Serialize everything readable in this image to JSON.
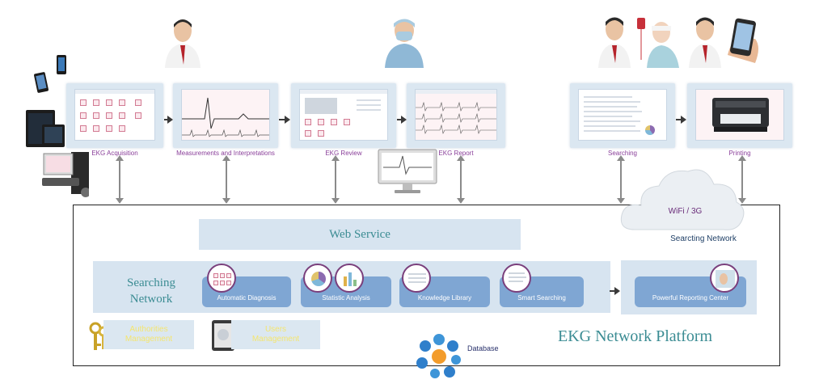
{
  "workflow": {
    "steps": [
      {
        "label": "EKG Acquisition"
      },
      {
        "label": "Measurements and Interpretations"
      },
      {
        "label": "EKG Review"
      },
      {
        "label": "EKG Report"
      },
      {
        "label": "Searching"
      },
      {
        "label": "Printing"
      }
    ]
  },
  "platform": {
    "title": "EKG Network Platform",
    "web_service": "Web Service",
    "searching_network_line1": "Searching",
    "searching_network_line2": "Network",
    "modules": [
      {
        "label": "Automatic Diagnosis"
      },
      {
        "label": "Statistic Analysis"
      },
      {
        "label": "Knowledge Library"
      },
      {
        "label": "Smart Searching"
      }
    ],
    "reporting_center": "Powerful Reporting Center",
    "authorities_line1": "Authorities",
    "authorities_line2": "Management",
    "users_line1": "Users",
    "users_line2": "Management",
    "database": "Database"
  },
  "cloud": {
    "label": "WiFi / 3G",
    "network": "Searcting Network"
  },
  "colors": {
    "accent_purple": "#8a3f9a",
    "teal_text": "#3b8c93",
    "module_blue": "#7fa6d3",
    "panel_blue": "#d7e4f0"
  }
}
